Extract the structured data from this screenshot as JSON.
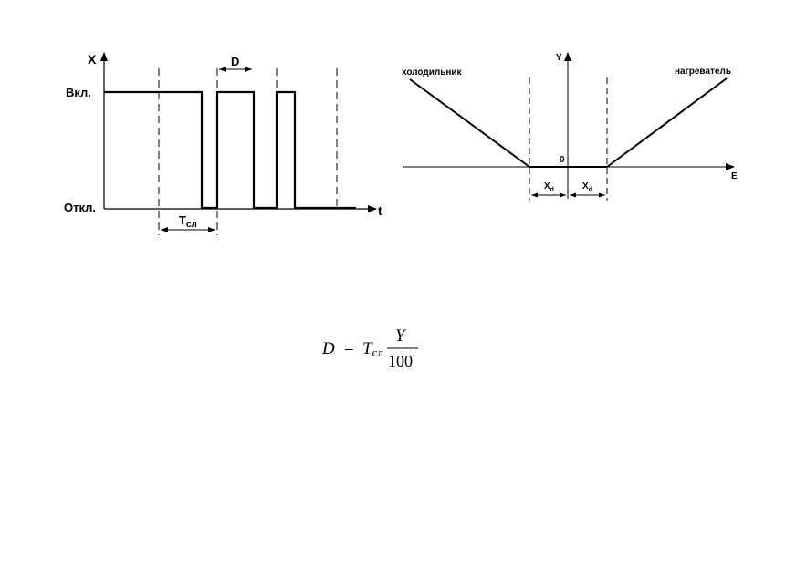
{
  "pwm_diagram": {
    "y_axis_label": "X",
    "on_label": "Вкл.",
    "off_label": "Откл.",
    "t_axis_label": "t",
    "pulse_label": "D",
    "period_label_main": "T",
    "period_label_sub": "сл"
  },
  "regulator_diagram": {
    "y_axis_label": "Y",
    "e_axis_label": "E",
    "zero_label": "0",
    "cooler_label": "холодильник",
    "heater_label": "нагреватель",
    "deadband_label_main": "X",
    "deadband_label_sub": "d"
  },
  "formula": {
    "lhs": "D",
    "equals": "=",
    "t_main": "T",
    "t_sub": "сл",
    "numerator": "Y",
    "denominator": "100"
  }
}
